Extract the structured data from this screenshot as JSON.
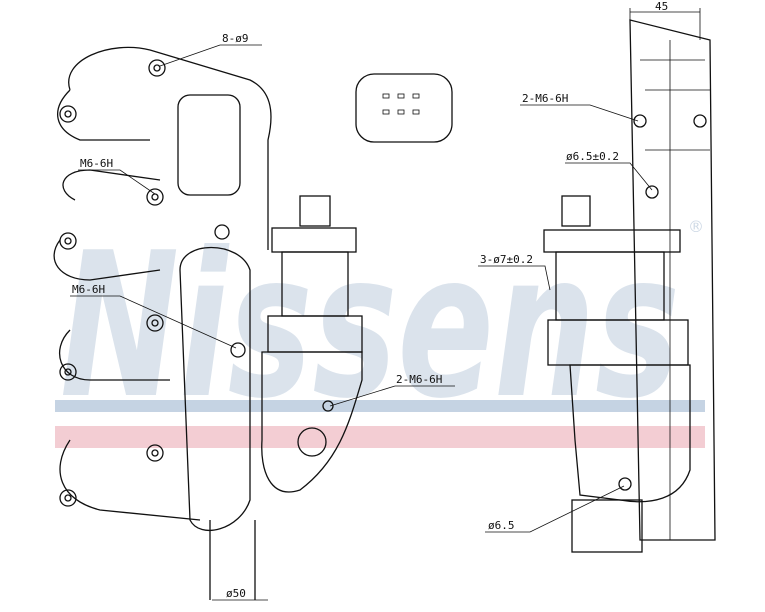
{
  "watermark": {
    "brand": "Nissens",
    "registered": "®",
    "colors": {
      "text": "#cfdae6",
      "stripe_blue": "#c5d3e3",
      "stripe_red": "#f3cdd3"
    }
  },
  "labels": {
    "holes_top_left": "8-ø9",
    "thread_left_1": "M6-6H",
    "thread_left_2": "M6-6H",
    "thread_center": "2-M6-6H",
    "pipe_diameter": "ø50",
    "width_dim": "45",
    "thread_right": "2-M6-6H",
    "hole_right_1": "ø6.5±0.2",
    "hole_right_3": "3-ø7±0.2",
    "hole_right_bottom": "ø6.5"
  }
}
